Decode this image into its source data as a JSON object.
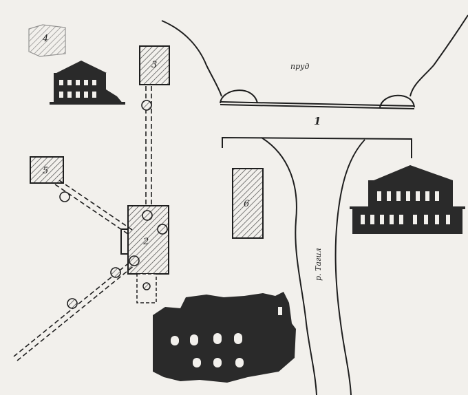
{
  "labels": {
    "pond": "пруд",
    "river": "р. Тагил",
    "dam": "1",
    "b2": "2",
    "b3": "3",
    "b4": "4",
    "b5": "5",
    "b6": "6"
  },
  "colors": {
    "paper": "#f2f0ec",
    "ink": "#1e1e1e",
    "dark_fill": "#2a2a2a"
  },
  "icons": {
    "hatch": "diagonal-hatch-pattern",
    "pipe": "dashed-double-line",
    "node": "small-circle"
  }
}
